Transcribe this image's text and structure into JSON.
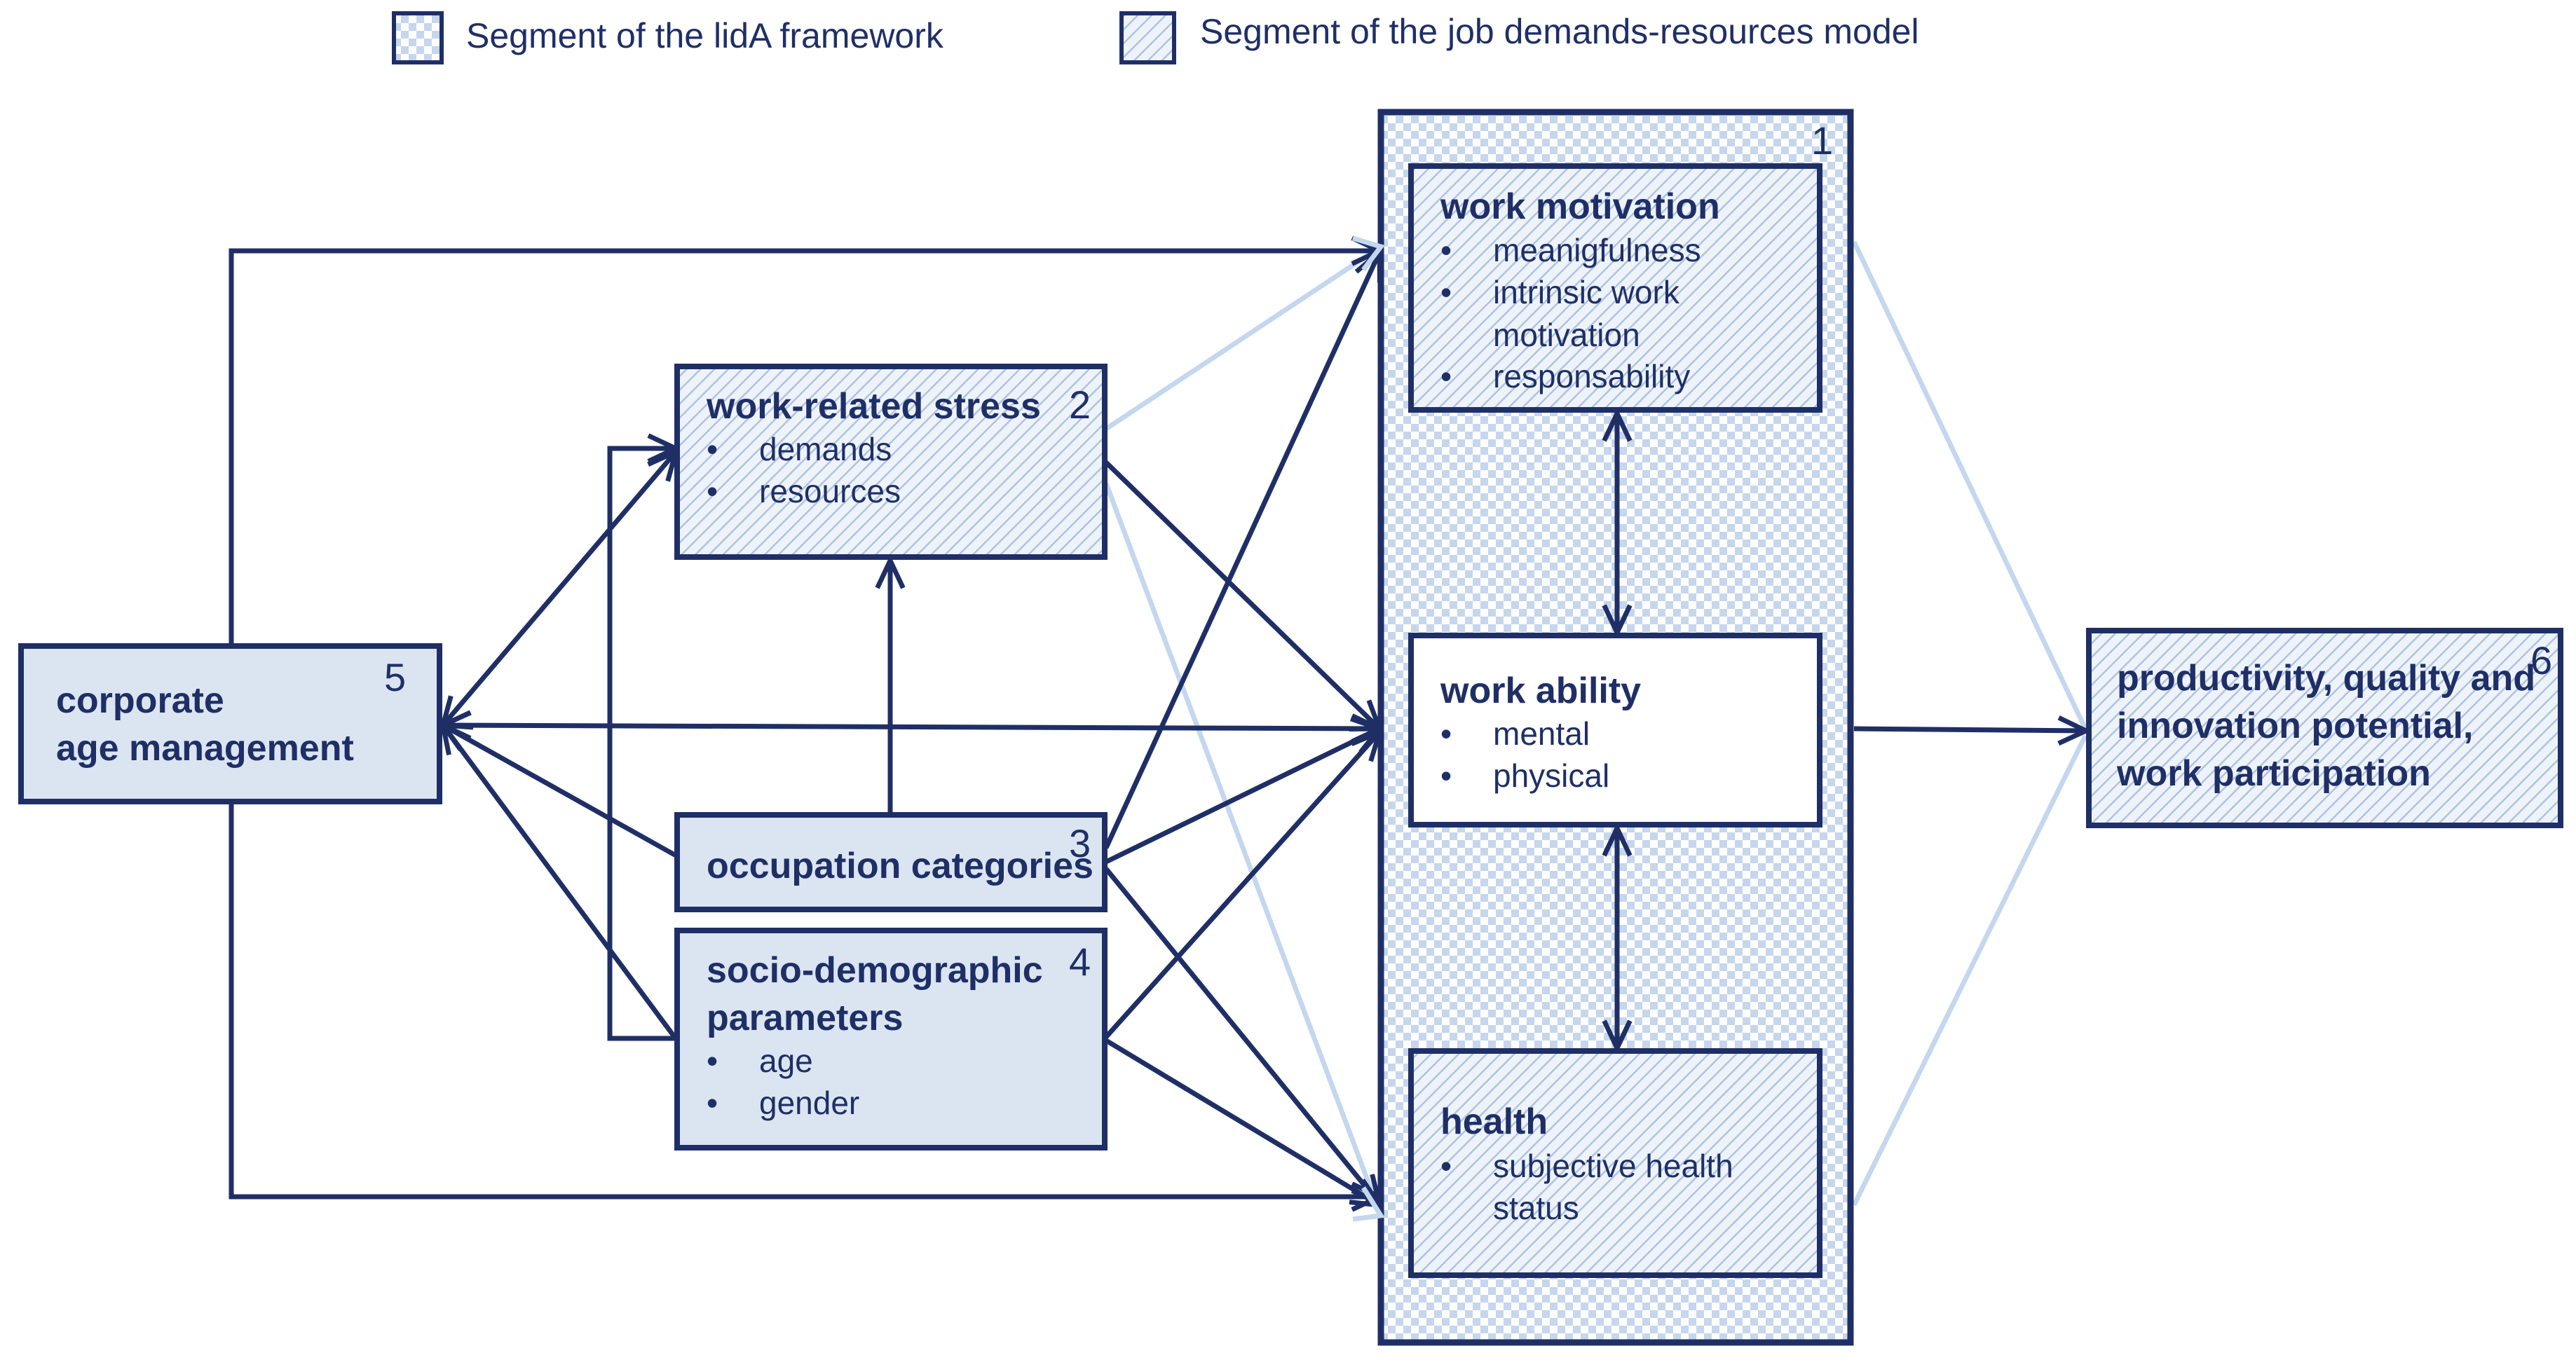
{
  "legend": {
    "lida_label": "Segment of the lidA framework",
    "jdr_label": "Segment of the job demands-resources model"
  },
  "colors": {
    "navy": "#1f2f66",
    "light_blue": "#c3d7ee",
    "fill_blue": "#dbe5f1"
  },
  "boxes": {
    "work_motivation": {
      "number": "1",
      "title": "work motivation",
      "items": [
        "meanigfulness",
        "intrinsic work",
        "motivation",
        "responsability"
      ]
    },
    "work_ability": {
      "title": "work ability",
      "items": [
        "mental",
        "physical"
      ]
    },
    "health": {
      "title": "health",
      "items": [
        "subjective health",
        "status"
      ]
    },
    "work_stress": {
      "number": "2",
      "title": "work-related stress",
      "items": [
        "demands",
        "resources"
      ]
    },
    "occupation": {
      "number": "3",
      "title": "occupation categories"
    },
    "socio": {
      "number": "4",
      "title_line1": "socio-demographic",
      "title_line2": "parameters",
      "items": [
        "age",
        "gender"
      ]
    },
    "age_mgmt": {
      "number": "5",
      "title_line1": "corporate",
      "title_line2": "age management"
    },
    "outcome": {
      "number": "6",
      "title_line1": "productivity, quality and",
      "title_line2": "innovation potential,",
      "title_line3": "work participation"
    }
  },
  "bullet": "•"
}
